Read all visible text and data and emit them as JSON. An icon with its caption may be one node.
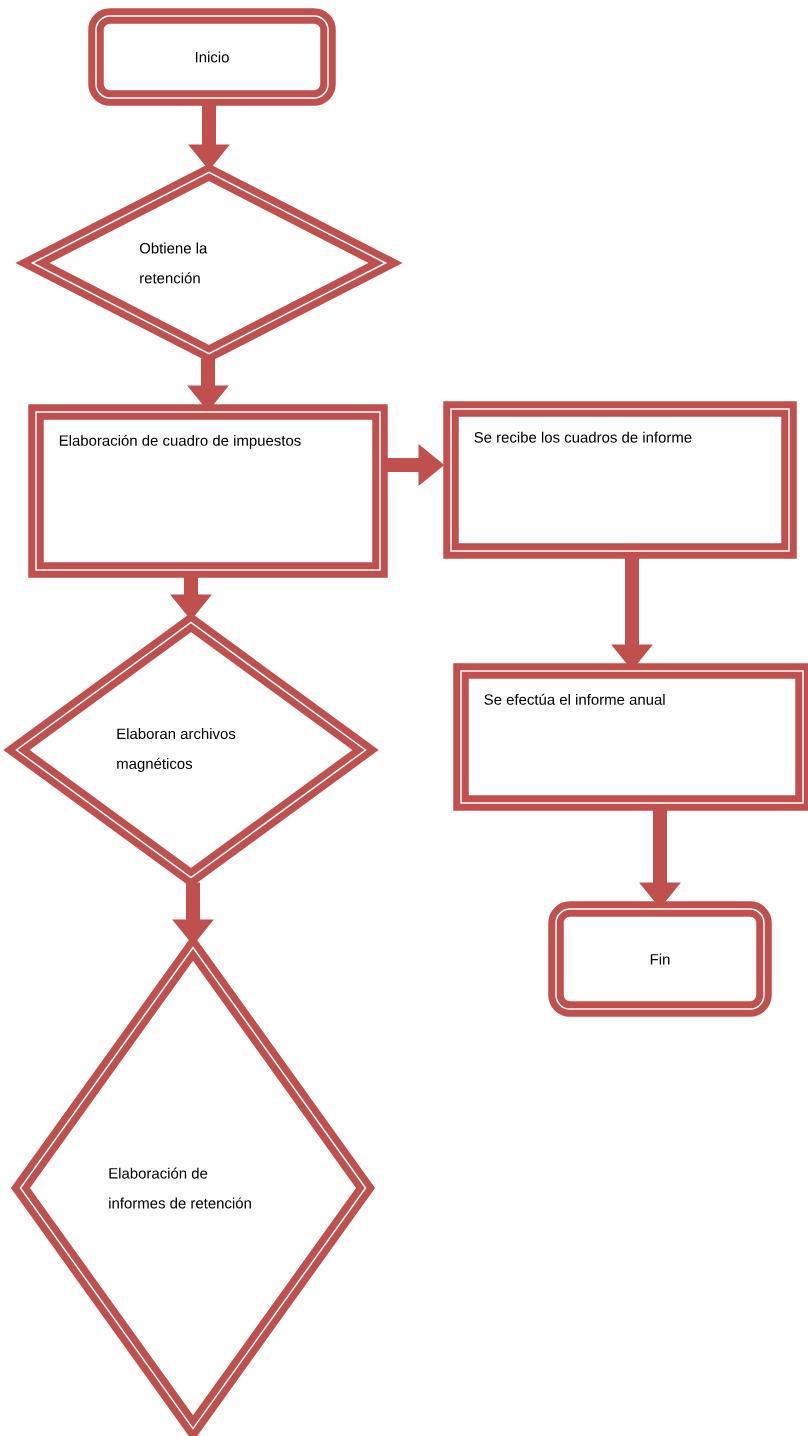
{
  "diagram": {
    "nodes": [
      {
        "text": [
          "Inicio"
        ]
      },
      {
        "text": [
          "Obtiene la retención"
        ]
      },
      {
        "text": [
          "Elaboración de cuadro de impuestos"
        ]
      },
      {
        "text": [
          "Se recibe los cuadros de informe"
        ]
      },
      {
        "text": [
          "Elaboran archivos magnéticos"
        ]
      },
      {
        "text": [
          "Se efectúa el informe anual"
        ]
      },
      {
        "text": [
          "Fin"
        ]
      },
      {
        "text": [
          "Elaboración de informes de retención"
        ]
      }
    ],
    "edges": [
      {
        "from": 0,
        "to": 1,
        "arrow": "to"
      },
      {
        "from": 1,
        "to": 2,
        "arrow": "to"
      },
      {
        "from": 2,
        "to": 3,
        "arrow": "to"
      },
      {
        "from": 2,
        "to": 4,
        "arrow": "to"
      },
      {
        "from": 3,
        "to": 5,
        "arrow": "to"
      },
      {
        "from": 5,
        "to": 6,
        "arrow": "to"
      },
      {
        "from": 4,
        "to": 7,
        "arrow": "to"
      }
    ]
  }
}
